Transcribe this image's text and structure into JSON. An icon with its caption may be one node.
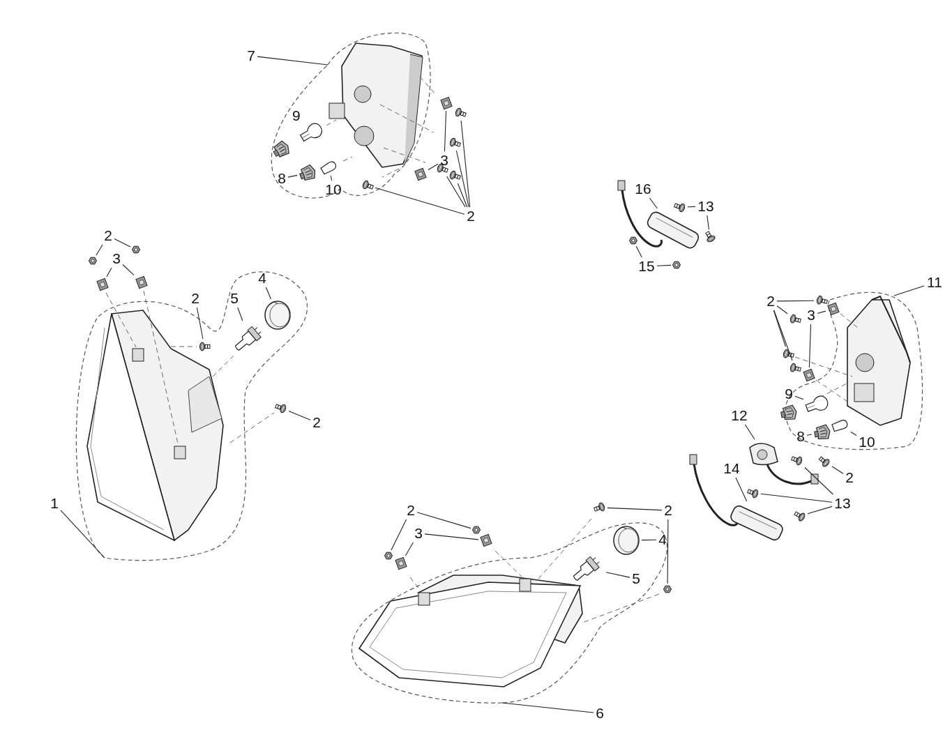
{
  "diagram": {
    "nodes": [
      {
        "text": [],
        "shape": "outline"
      },
      {
        "text": [],
        "shape": "outline"
      },
      {
        "text": [],
        "shape": "outline"
      },
      {
        "text": [],
        "shape": "outline"
      },
      {
        "text": [
          "7"
        ]
      },
      {
        "text": [
          "3"
        ]
      },
      {
        "text": [
          "8"
        ],
        "in": 0
      },
      {
        "text": [
          "10"
        ],
        "in": 0
      },
      {
        "text": [
          "16"
        ]
      },
      {
        "text": [
          "13"
        ]
      },
      {
        "text": [
          "2"
        ]
      },
      {
        "text": [
          "2"
        ]
      },
      {
        "text": [
          "3"
        ]
      },
      {
        "text": [
          "15"
        ]
      },
      {
        "text": [
          "4"
        ],
        "in": 1
      },
      {
        "text": [
          "11"
        ]
      },
      {
        "text": [
          "2"
        ],
        "in": 1
      },
      {
        "text": [
          "5"
        ],
        "in": 1
      },
      {
        "text": [
          "2"
        ]
      },
      {
        "text": [
          "3"
        ],
        "in": 2
      },
      {
        "text": [
          "9"
        ],
        "in": 2
      },
      {
        "text": [
          "12"
        ]
      },
      {
        "text": [
          "2"
        ]
      },
      {
        "text": [
          "8"
        ],
        "in": 2
      },
      {
        "text": [
          "10"
        ],
        "in": 2
      },
      {
        "text": [
          "14"
        ]
      },
      {
        "text": [
          "2"
        ]
      },
      {
        "text": [
          "1"
        ]
      },
      {
        "text": [
          "13"
        ]
      },
      {
        "text": [
          "2"
        ]
      },
      {
        "text": [
          "2"
        ]
      },
      {
        "text": [
          "3"
        ],
        "in": 3
      },
      {
        "text": [
          "4"
        ],
        "in": 3
      },
      {
        "text": [
          "5"
        ],
        "in": 3
      },
      {
        "text": [
          "6"
        ]
      },
      {
        "text": [],
        "shape": "picture",
        "in": 0
      },
      {
        "text": [],
        "shape": "picture"
      },
      {
        "text": [],
        "shape": "picture",
        "in": 0
      },
      {
        "text": [],
        "shape": "picture",
        "in": 0
      },
      {
        "text": [],
        "shape": "picture"
      },
      {
        "text": [],
        "shape": "picture"
      },
      {
        "text": [],
        "shape": "picture"
      },
      {
        "text": [],
        "shape": "picture",
        "in": 0
      },
      {
        "text": [],
        "shape": "picture"
      },
      {
        "text": [],
        "shape": "picture"
      },
      {
        "text": [],
        "shape": "picture"
      },
      {
        "text": [],
        "shape": "picture"
      },
      {
        "text": [],
        "shape": "picture"
      },
      {
        "text": [],
        "shape": "picture"
      },
      {
        "text": [],
        "shape": "picture",
        "in": 1
      },
      {
        "text": [],
        "shape": "picture",
        "in": 1
      },
      {
        "text": [],
        "shape": "picture"
      },
      {
        "text": [],
        "shape": "picture"
      },
      {
        "text": [],
        "shape": "picture",
        "in": 1
      },
      {
        "text": [],
        "shape": "picture",
        "in": 1
      },
      {
        "text": [],
        "shape": "picture",
        "in": 1
      },
      {
        "text": [],
        "shape": "picture",
        "in": 2
      },
      {
        "text": [],
        "shape": "picture",
        "in": 2
      },
      {
        "text": [],
        "shape": "picture",
        "in": 2
      },
      {
        "text": [],
        "shape": "picture",
        "in": 2
      },
      {
        "text": [],
        "shape": "picture",
        "in": 2
      },
      {
        "text": [],
        "shape": "picture",
        "in": 2
      },
      {
        "text": [],
        "shape": "picture",
        "in": 2
      },
      {
        "text": [],
        "shape": "picture"
      },
      {
        "text": [],
        "shape": "picture",
        "in": 1
      },
      {
        "text": [],
        "shape": "picture",
        "in": 2
      },
      {
        "text": [],
        "shape": "picture",
        "in": 2
      },
      {
        "text": [],
        "shape": "picture"
      },
      {
        "text": [],
        "shape": "picture"
      },
      {
        "text": [],
        "shape": "picture"
      },
      {
        "text": [],
        "shape": "picture"
      },
      {
        "text": [],
        "shape": "picture"
      },
      {
        "text": [],
        "shape": "picture",
        "in": 3
      },
      {
        "text": [],
        "shape": "picture",
        "in": 3
      },
      {
        "text": [],
        "shape": "picture",
        "in": 3
      },
      {
        "text": [],
        "shape": "picture",
        "in": 3
      },
      {
        "text": [],
        "shape": "picture"
      },
      {
        "text": [],
        "shape": "picture",
        "in": 3
      },
      {
        "text": [],
        "shape": "picture",
        "in": 3
      },
      {
        "text": [],
        "shape": "picture",
        "in": 3
      }
    ],
    "edges": [
      {
        "from": 4,
        "to": 0,
        "arrow": "none"
      },
      {
        "from": 5,
        "to": 35,
        "arrow": "none"
      },
      {
        "from": 5,
        "to": 36,
        "arrow": "none"
      },
      {
        "from": 6,
        "to": 37,
        "arrow": "none"
      },
      {
        "from": 7,
        "to": 38,
        "arrow": "none"
      },
      {
        "from": 8,
        "to": 39,
        "arrow": "none"
      },
      {
        "from": 9,
        "to": 40,
        "arrow": "none"
      },
      {
        "from": 9,
        "to": 41,
        "arrow": "none"
      },
      {
        "from": 10,
        "to": 42,
        "arrow": "none"
      },
      {
        "from": 10,
        "to": 43,
        "arrow": "none"
      },
      {
        "from": 10,
        "to": 44,
        "arrow": "none"
      },
      {
        "from": 10,
        "to": 45,
        "arrow": "none"
      },
      {
        "from": 10,
        "to": 46,
        "arrow": "none"
      },
      {
        "from": 11,
        "to": 47,
        "arrow": "none"
      },
      {
        "from": 11,
        "to": 48,
        "arrow": "none"
      },
      {
        "from": 12,
        "to": 49,
        "arrow": "none"
      },
      {
        "from": 12,
        "to": 50,
        "arrow": "none"
      },
      {
        "from": 13,
        "to": 51,
        "arrow": "none"
      },
      {
        "from": 13,
        "to": 52,
        "arrow": "none"
      },
      {
        "from": 14,
        "to": 53,
        "arrow": "none"
      },
      {
        "from": 15,
        "to": 2,
        "arrow": "none"
      },
      {
        "from": 16,
        "to": 54,
        "arrow": "none"
      },
      {
        "from": 17,
        "to": 55,
        "arrow": "none"
      },
      {
        "from": 18,
        "to": 56,
        "arrow": "none"
      },
      {
        "from": 18,
        "to": 57,
        "arrow": "none"
      },
      {
        "from": 18,
        "to": 58,
        "arrow": "none"
      },
      {
        "from": 18,
        "to": 59,
        "arrow": "none"
      },
      {
        "from": 19,
        "to": 60,
        "arrow": "none"
      },
      {
        "from": 19,
        "to": 61,
        "arrow": "none"
      },
      {
        "from": 20,
        "to": 62,
        "arrow": "none"
      },
      {
        "from": 21,
        "to": 63,
        "arrow": "none"
      },
      {
        "from": 22,
        "to": 64,
        "arrow": "none"
      },
      {
        "from": 23,
        "to": 65,
        "arrow": "none"
      },
      {
        "from": 24,
        "to": 66,
        "arrow": "none"
      },
      {
        "from": 25,
        "to": 67,
        "arrow": "none"
      },
      {
        "from": 26,
        "to": 68,
        "arrow": "none"
      },
      {
        "from": 27,
        "to": 1,
        "arrow": "none"
      },
      {
        "from": 28,
        "to": 69,
        "arrow": "none"
      },
      {
        "from": 28,
        "to": 70,
        "arrow": "none"
      },
      {
        "from": 28,
        "to": 71,
        "arrow": "none"
      },
      {
        "from": 29,
        "to": 72,
        "arrow": "none"
      },
      {
        "from": 29,
        "to": 73,
        "arrow": "none"
      },
      {
        "from": 31,
        "to": 74,
        "arrow": "none"
      },
      {
        "from": 31,
        "to": 75,
        "arrow": "none"
      },
      {
        "from": 30,
        "to": 76,
        "arrow": "none"
      },
      {
        "from": 30,
        "to": 77,
        "arrow": "none"
      },
      {
        "from": 32,
        "to": 78,
        "arrow": "none"
      },
      {
        "from": 33,
        "to": 79,
        "arrow": "none"
      },
      {
        "from": 34,
        "to": 3,
        "arrow": "none"
      }
    ],
    "labels": [
      "9"
    ]
  }
}
